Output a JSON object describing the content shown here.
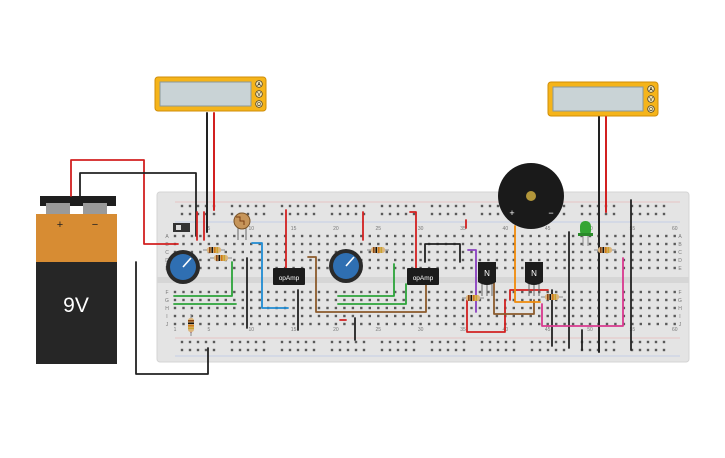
{
  "battery": {
    "voltage_label": "9V",
    "plus_label": "+",
    "minus_label": "−"
  },
  "multimeters": [
    {
      "name": "multimeter-left",
      "buttons": [
        "A",
        "V",
        "Ω"
      ]
    },
    {
      "name": "multimeter-right",
      "buttons": [
        "A",
        "V",
        "Ω"
      ]
    }
  ],
  "opamps": [
    {
      "label": "opAmp"
    },
    {
      "label": "opAmp"
    }
  ],
  "transistors": [
    {
      "label": "N"
    },
    {
      "label": "N"
    }
  ],
  "buzzer": {
    "plus_label": "+",
    "minus_label": "−"
  },
  "breadboard": {
    "top_columns": [
      "1",
      "5",
      "10",
      "15",
      "20",
      "25",
      "30",
      "35",
      "40",
      "45",
      "50",
      "55",
      "60"
    ],
    "bottom_columns": [
      "1",
      "5",
      "10",
      "15",
      "20",
      "25",
      "30",
      "35",
      "40",
      "45",
      "50",
      "55",
      "60"
    ],
    "rows_top": [
      "A",
      "B",
      "C",
      "D",
      "E"
    ],
    "rows_bottom": [
      "F",
      "G",
      "H",
      "I",
      "J"
    ]
  }
}
